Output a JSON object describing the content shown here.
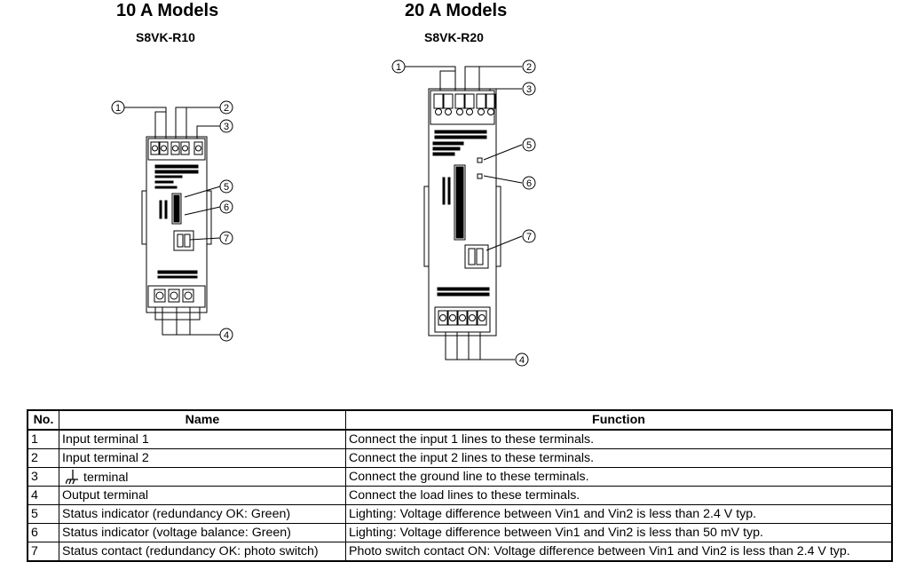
{
  "models": [
    {
      "title": "10 A Models",
      "code": "S8VK-R10"
    },
    {
      "title": "20 A Models",
      "code": "S8VK-R20"
    }
  ],
  "callouts": [
    "1",
    "2",
    "3",
    "4",
    "5",
    "6",
    "7"
  ],
  "table": {
    "headers": [
      "No.",
      "Name",
      "Function"
    ],
    "rows": [
      {
        "no": "1",
        "name": "Input terminal 1",
        "function": "Connect the input 1 lines to these terminals."
      },
      {
        "no": "2",
        "name": "Input terminal 2",
        "function": "Connect the input 2 lines to these terminals."
      },
      {
        "no": "3",
        "name": "terminal",
        "function": "Connect the ground line to these terminals."
      },
      {
        "no": "4",
        "name": "Output terminal",
        "function": "Connect the load lines to these terminals."
      },
      {
        "no": "5",
        "name": "Status indicator (redundancy OK: Green)",
        "function": "Lighting: Voltage difference between Vin1 and Vin2 is less than 2.4 V typ."
      },
      {
        "no": "6",
        "name": "Status indicator (voltage balance: Green)",
        "function": "Lighting: Voltage difference between Vin1 and Vin2 is less than 50 mV typ."
      },
      {
        "no": "7",
        "name": "Status contact (redundancy OK: photo switch)",
        "function": "Photo switch contact ON: Voltage difference between Vin1 and Vin2 is less than 2.4 V typ."
      }
    ]
  }
}
